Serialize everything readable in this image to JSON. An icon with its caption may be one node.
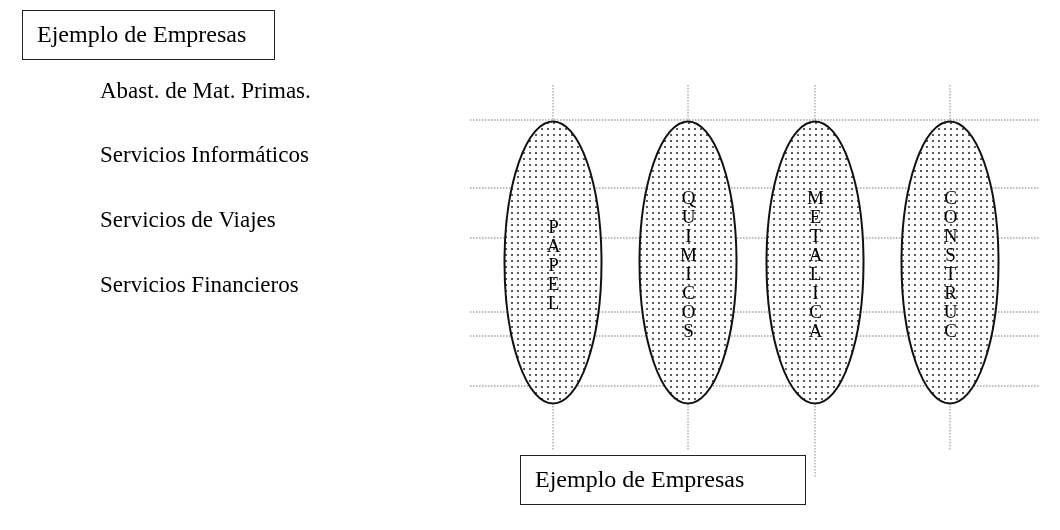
{
  "diagram": {
    "nodes": [
      {
        "text": [
          "Ejemplo de Empresas"
        ]
      },
      {
        "text": [
          "PAPEL"
        ]
      },
      {
        "text": [
          "QUIMICOS"
        ]
      },
      {
        "text": [
          "METALICA"
        ]
      },
      {
        "text": [
          "CONSTRUC"
        ]
      },
      {
        "text": [
          "Ejemplo de Empresas"
        ]
      }
    ],
    "labels": [
      "Abast. de Mat. Primas.",
      "Servicios Informáticos",
      "Servicios de Viajes",
      "Servicios Financieros"
    ]
  }
}
